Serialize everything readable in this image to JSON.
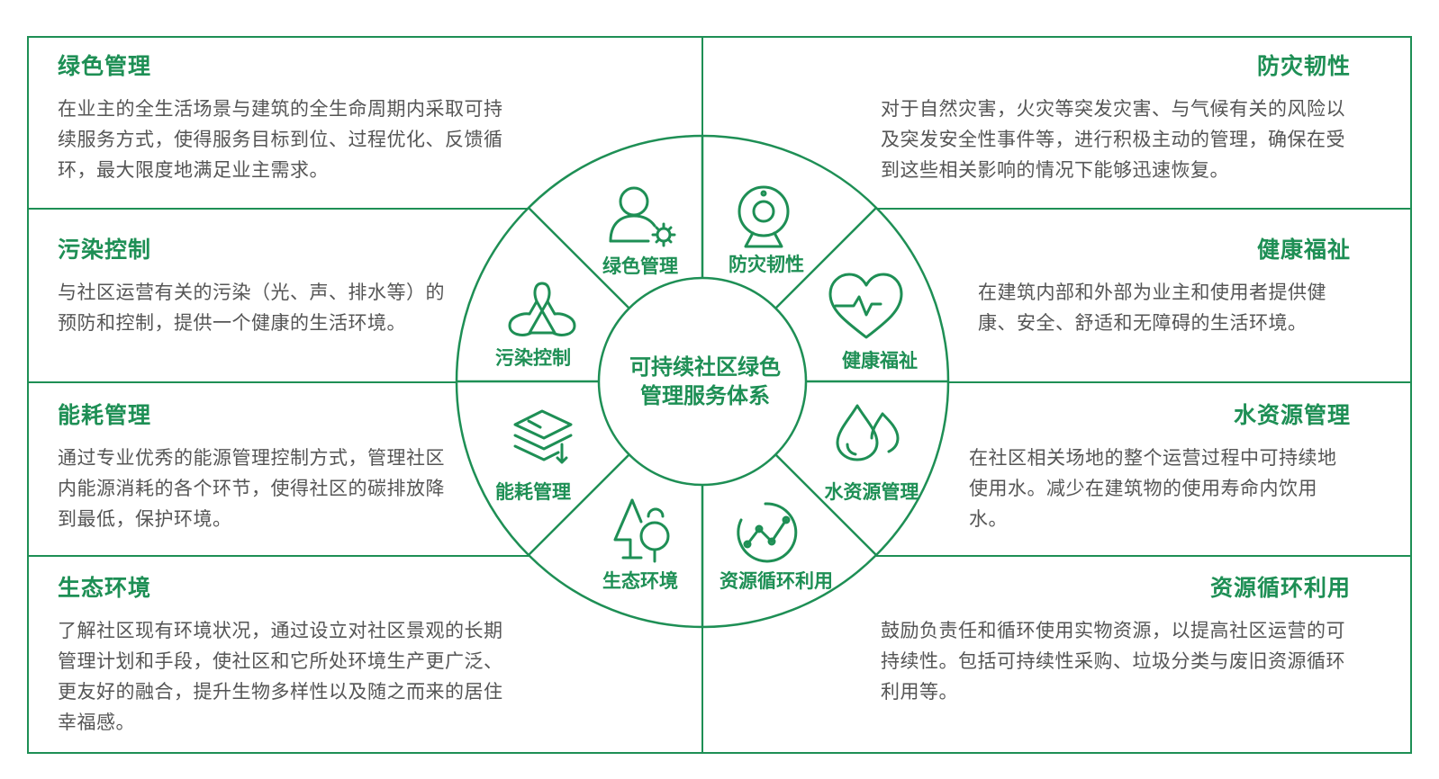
{
  "colors": {
    "accent": "#1e8f55",
    "text": "#555555",
    "background": "#ffffff"
  },
  "center": {
    "line1": "可持续社区绿色",
    "line2": "管理服务体系"
  },
  "panels": {
    "green": {
      "title": "绿色管理",
      "body": "在业主的全生活场景与建筑的全生命周期内采取可持续服务方式，使得服务目标到位、过程优化、反馈循环，最大限度地满足业主需求。"
    },
    "pollution": {
      "title": "污染控制",
      "body": "与社区运营有关的污染（光、声、排水等）的预防和控制，提供一个健康的生活环境。"
    },
    "energy": {
      "title": "能耗管理",
      "body": "通过专业优秀的能源管理控制方式，管理社区内能源消耗的各个环节，使得社区的碳排放降到最低，保护环境。"
    },
    "ecology": {
      "title": "生态环境",
      "body": "了解社区现有环境状况，通过设立对社区景观的长期管理计划和手段，使社区和它所处环境生产更广泛、更友好的融合，提升生物多样性以及随之而来的居住幸福感。"
    },
    "disaster": {
      "title": "防灾韧性",
      "body": "对于自然灾害，火灾等突发灾害、与气候有关的风险以及突发安全性事件等，进行积极主动的管理，确保在受到这些相关影响的情况下能够迅速恢复。"
    },
    "health": {
      "title": "健康福祉",
      "body": "在建筑内部和外部为业主和使用者提供健康、安全、舒适和无障碍的生活环境。"
    },
    "water": {
      "title": "水资源管理",
      "body": "在社区相关场地的整个运营过程中可持续地使用水。减少在建筑物的使用寿命内饮用水。"
    },
    "recycle": {
      "title": "资源循环利用",
      "body": "鼓励负责任和循环使用实物资源，以提高社区运营的可持续性。包括可持续性采购、垃圾分类与废旧资源循环利用等。"
    }
  },
  "segments": [
    {
      "label": "绿色管理",
      "icon": "person-gear-icon"
    },
    {
      "label": "防灾韧性",
      "icon": "webcam-icon"
    },
    {
      "label": "健康福祉",
      "icon": "heart-pulse-icon"
    },
    {
      "label": "水资源管理",
      "icon": "water-drops-icon"
    },
    {
      "label": "资源循环利用",
      "icon": "chart-circle-icon"
    },
    {
      "label": "生态环境",
      "icon": "tree-icon"
    },
    {
      "label": "能耗管理",
      "icon": "layers-icon"
    },
    {
      "label": "污染控制",
      "icon": "recycle-knot-icon"
    }
  ]
}
